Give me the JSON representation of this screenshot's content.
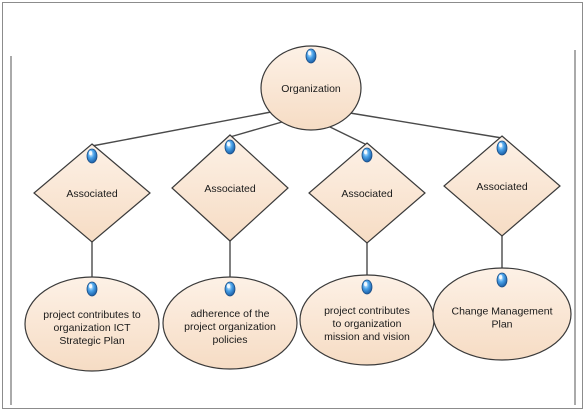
{
  "colors": {
    "node_fill": "#fbe9d9",
    "node_stroke": "#3a3a3a",
    "edge": "#4a4a4a",
    "frame": "#8c8c8c",
    "marker": "#3f8fd6"
  },
  "diagram": {
    "root": {
      "label": "Organization",
      "icon": "blue-orb-icon"
    },
    "associations": [
      {
        "label": "Associated",
        "icon": "blue-orb-icon",
        "target": {
          "lines": [
            "project contributes to",
            "organization ICT",
            "Strategic Plan"
          ],
          "icon": "blue-orb-icon"
        }
      },
      {
        "label": "Associated",
        "icon": "blue-orb-icon",
        "target": {
          "lines": [
            "adherence of the",
            "project organization",
            "policies"
          ],
          "icon": "blue-orb-icon"
        }
      },
      {
        "label": "Associated",
        "icon": "blue-orb-icon",
        "target": {
          "lines": [
            "project contributes",
            "to organization",
            "mission and vision"
          ],
          "icon": "blue-orb-icon"
        }
      },
      {
        "label": "Associated",
        "icon": "blue-orb-icon",
        "target": {
          "lines": [
            "Change Management",
            "Plan"
          ],
          "icon": "blue-orb-icon"
        }
      }
    ]
  }
}
